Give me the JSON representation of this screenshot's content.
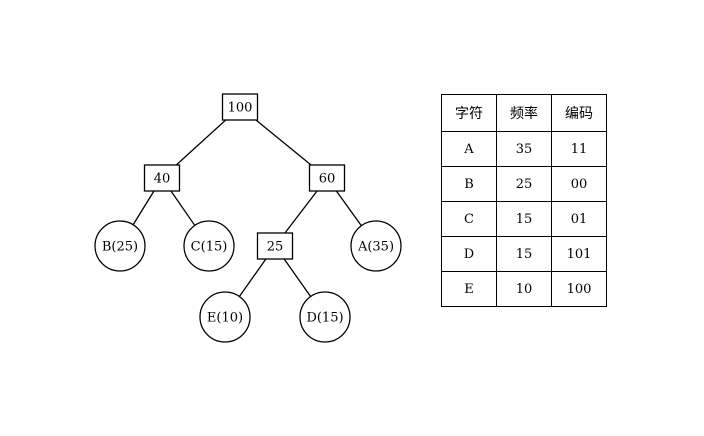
{
  "tree": {
    "nodes": [
      {
        "id": "n100",
        "label": "100",
        "shape": "rect",
        "parent": null
      },
      {
        "id": "n40",
        "label": "40",
        "shape": "rect",
        "parent": "n100"
      },
      {
        "id": "n60",
        "label": "60",
        "shape": "rect",
        "parent": "n100"
      },
      {
        "id": "nB",
        "label": "B(25)",
        "shape": "circle",
        "parent": "n40"
      },
      {
        "id": "nC",
        "label": "C(15)",
        "shape": "circle",
        "parent": "n40"
      },
      {
        "id": "n25",
        "label": "25",
        "shape": "rect",
        "parent": "n60"
      },
      {
        "id": "nA",
        "label": "A(35)",
        "shape": "circle",
        "parent": "n60"
      },
      {
        "id": "nE",
        "label": "E(10)",
        "shape": "circle",
        "parent": "n25"
      },
      {
        "id": "nD",
        "label": "D(15)",
        "shape": "circle",
        "parent": "n25"
      }
    ]
  },
  "table": {
    "headers": [
      "字符",
      "频率",
      "编码"
    ],
    "rows": [
      [
        "A",
        "35",
        "11"
      ],
      [
        "B",
        "25",
        "00"
      ],
      [
        "C",
        "15",
        "01"
      ],
      [
        "D",
        "15",
        "101"
      ],
      [
        "E",
        "10",
        "100"
      ]
    ]
  }
}
